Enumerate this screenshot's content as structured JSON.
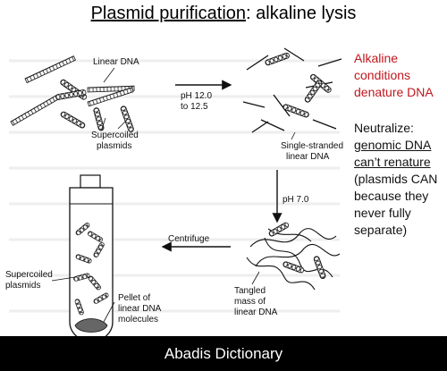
{
  "title": {
    "underlined": "Plasmid purification",
    "rest": ": alkaline lysis"
  },
  "labels": {
    "linear_dna": "Linear DNA",
    "supercoiled_1": "Supercoiled",
    "supercoiled_2": "plasmids",
    "ph12_1": "pH 12.0",
    "ph12_2": "to 12.5",
    "single_1": "Single-stranded",
    "single_2": "linear DNA",
    "ph7": "pH 7.0",
    "tangled_1": "Tangled",
    "tangled_2": "mass of",
    "tangled_3": "linear DNA",
    "centrifuge": "Centrifuge",
    "tube_sc_1": "Supercoiled",
    "tube_sc_2": "plasmids",
    "pellet_1": "Pellet of",
    "pellet_2": "linear DNA",
    "pellet_3": "molecules"
  },
  "side": {
    "alk_1": "Alkaline",
    "alk_2": "conditions",
    "alk_3": "denature DNA",
    "neut": "Neutralize:",
    "gen_1": "genomic DNA",
    "gen_2": "can’t renature",
    "pl_1": "(plasmids CAN",
    "pl_2": "because they",
    "pl_3": "never fully",
    "pl_4": "separate)"
  },
  "footer": "Abadis Dictionary"
}
